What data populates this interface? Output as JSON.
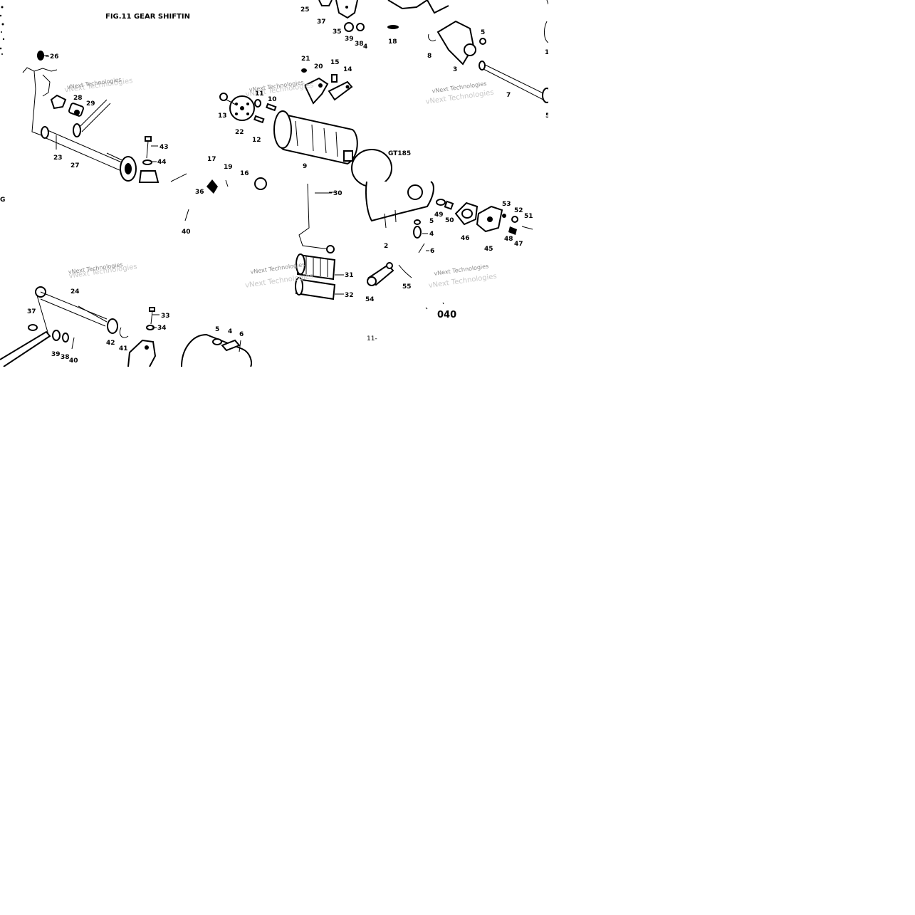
{
  "figure": {
    "title": "FIG.11  GEAR SHIFTIN",
    "variant": "GT185",
    "page_number": "040",
    "page_marker": "11-",
    "left_edge_text": "G"
  },
  "watermarks": [
    {
      "text": "vNext Technologies",
      "sub": "vNext Technologies"
    },
    {
      "text": "vNext Technologies",
      "sub": "vNext Technologies"
    },
    {
      "text": "vNext Technologies",
      "sub": "vNext Technologies"
    },
    {
      "text": "vNext Technologies",
      "sub": "vNext Technologies"
    },
    {
      "text": "vNext Technologies",
      "sub": "vNext Technologies"
    },
    {
      "text": "vNext Technologies",
      "sub": "vNext Technologies"
    }
  ],
  "callouts": {
    "upper_left": [
      "26",
      "28",
      "29",
      "23",
      "27",
      "43",
      "44",
      "17",
      "19",
      "16",
      "36"
    ],
    "upper_middle": [
      "25",
      "37",
      "35",
      "39",
      "38",
      "4",
      "21",
      "20",
      "15",
      "14",
      "13",
      "11",
      "10",
      "22",
      "12",
      "9"
    ],
    "upper_right": [
      "18",
      "8",
      "5",
      "3",
      "7",
      "1",
      "5"
    ],
    "lower_left": [
      "40",
      "24",
      "37",
      "33",
      "34",
      "42",
      "41",
      "39",
      "38",
      "40",
      "5",
      "4",
      "6"
    ],
    "lower_middle": [
      "30",
      "31",
      "32"
    ],
    "lower_right": [
      "49",
      "50",
      "5",
      "4",
      "6",
      "46",
      "45",
      "53",
      "52",
      "51",
      "48",
      "47",
      "2",
      "54",
      "55"
    ]
  }
}
